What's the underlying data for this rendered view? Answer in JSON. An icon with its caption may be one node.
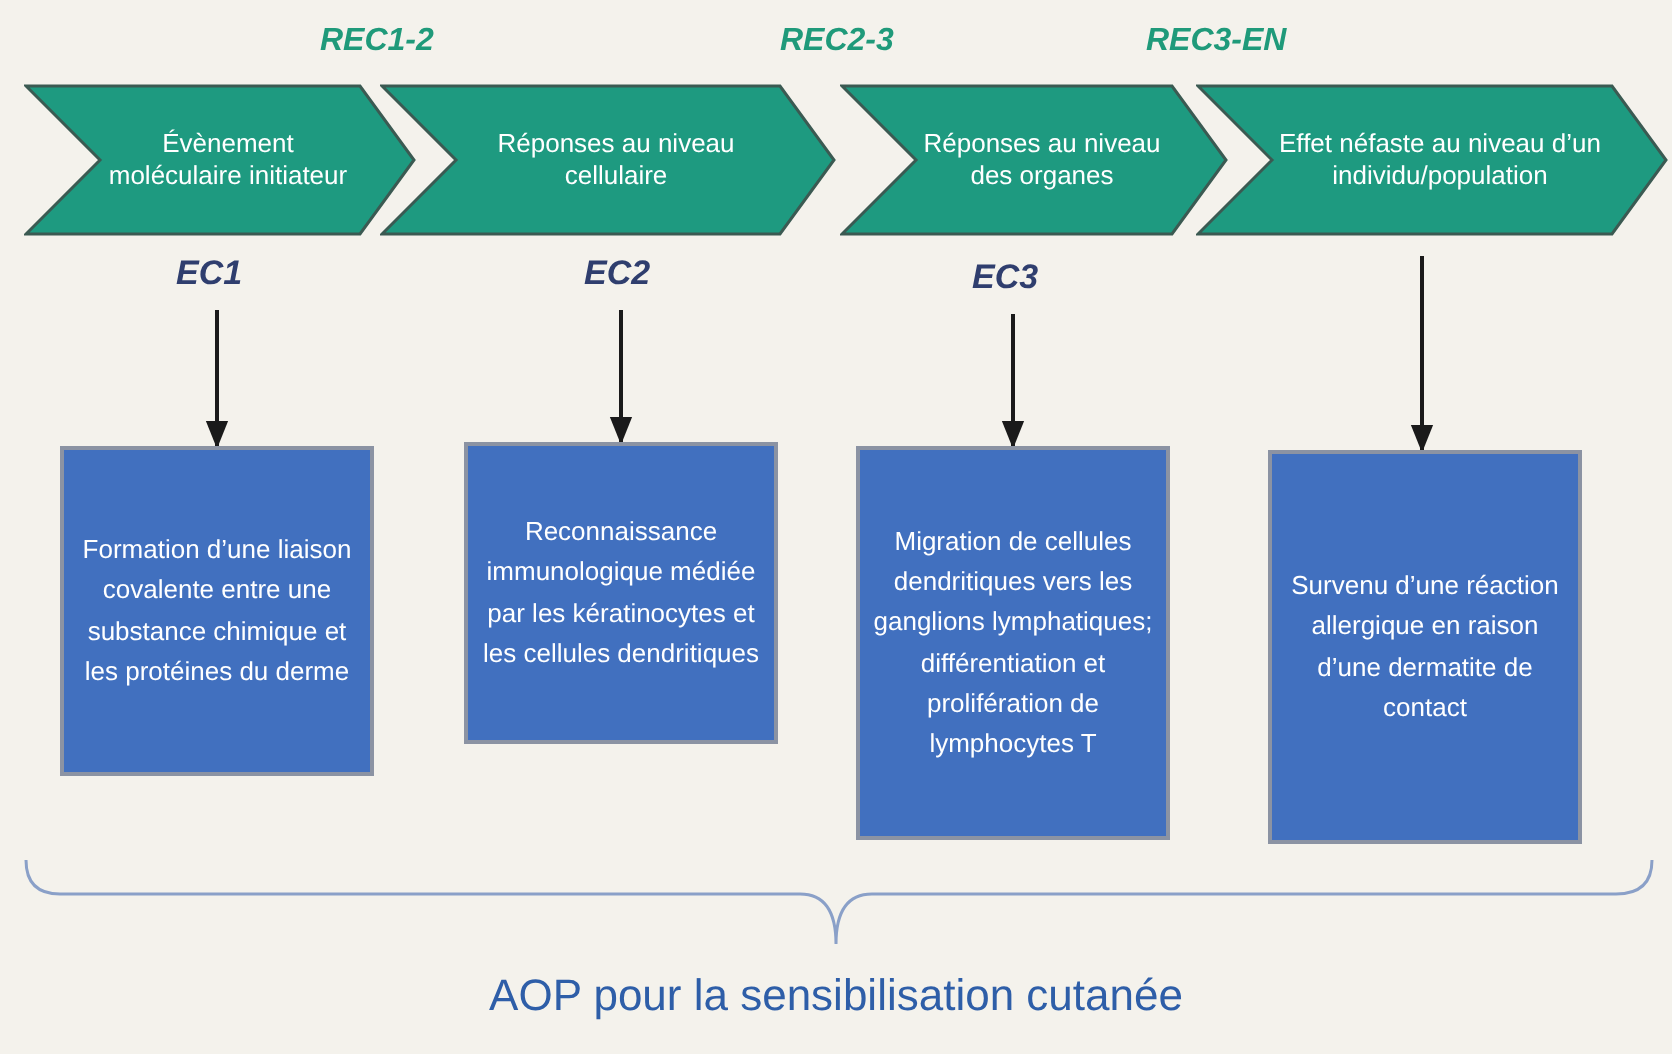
{
  "diagram": {
    "caption": "AOP pour la sensibilisation cutanée",
    "nodes": [
      {
        "text": [
          "Évènement moléculaire initiateur"
        ]
      },
      {
        "text": [
          "Réponses au niveau cellulaire"
        ]
      },
      {
        "text": [
          "Réponses au niveau des organes"
        ]
      },
      {
        "text": [
          "Effet néfaste au niveau d’un individu/population"
        ]
      },
      {
        "text": [
          "EC1"
        ]
      },
      {
        "text": [
          "EC2"
        ]
      },
      {
        "text": [
          "EC3"
        ]
      },
      {
        "text": [
          "Formation d’une liaison covalente entre une substance chimique et les protéines du derme"
        ]
      },
      {
        "text": [
          "Reconnaissance immunologique médiée par les kératinocytes et les cellules dendritiques"
        ]
      },
      {
        "text": [
          "Migration de cellules dendritiques vers les ganglions lymphatiques; différentiation et prolifération de lymphocytes T"
        ]
      },
      {
        "text": [
          "Survenu d’une réaction allergique en raison d’une dermatite de contact"
        ]
      }
    ],
    "edges": [
      {
        "from": 4,
        "to": 7,
        "arrow": "to"
      },
      {
        "from": 5,
        "to": 8,
        "arrow": "to"
      },
      {
        "from": 6,
        "to": 9,
        "arrow": "to"
      },
      {
        "from": 3,
        "to": 10,
        "arrow": "to"
      }
    ],
    "labels": [
      "REC1-2",
      "REC2-3",
      "REC3-EN"
    ]
  }
}
